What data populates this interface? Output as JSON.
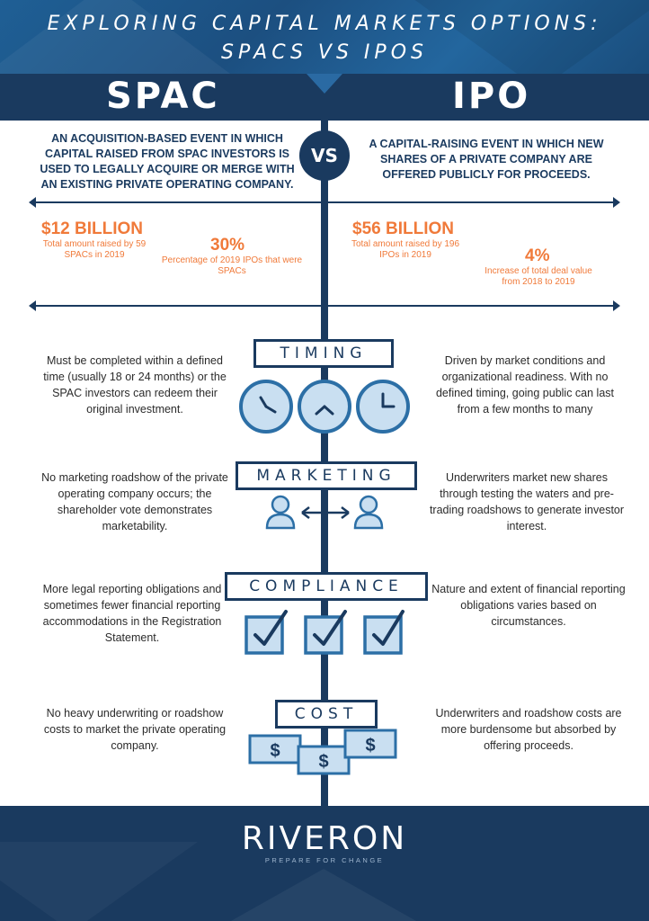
{
  "header": {
    "title_line1": "EXPLORING CAPITAL MARKETS OPTIONS:",
    "title_line2": "SPACS VS IPOS"
  },
  "columns": {
    "left_label": "SPAC",
    "right_label": "IPO",
    "vs_label": "VS"
  },
  "definitions": {
    "spac": "AN ACQUISITION-BASED EVENT IN WHICH CAPITAL RAISED FROM SPAC INVESTORS IS USED TO LEGALLY ACQUIRE OR MERGE WITH AN EXISTING PRIVATE OPERATING COMPANY.",
    "ipo": "A CAPITAL-RAISING EVENT IN WHICH NEW SHARES OF A PRIVATE COMPANY ARE OFFERED PUBLICLY FOR PROCEEDS."
  },
  "stats": {
    "spac_amount": {
      "value": "$12 BILLION",
      "desc": "Total amount raised by 59 SPACs in 2019"
    },
    "spac_percent": {
      "value": "30%",
      "desc": "Percentage of 2019 IPOs that were SPACs"
    },
    "ipo_amount": {
      "value": "$56 BILLION",
      "desc": "Total amount raised by 196 IPOs in 2019"
    },
    "ipo_increase": {
      "value": "4%",
      "desc": "Increase of total deal value from 2018 to 2019"
    }
  },
  "sections": {
    "timing": {
      "label": "TIMING",
      "spac": "Must be completed within a defined time (usually 18 or 24 months) or the SPAC investors can redeem their original investment.",
      "ipo": "Driven by market conditions and organizational readiness. With no defined timing, going public can last from a few months to many"
    },
    "marketing": {
      "label": "MARKETING",
      "spac": "No marketing roadshow of the private operating company occurs; the shareholder vote demonstrates marketability.",
      "ipo": "Underwriters market new shares through testing the waters and pre-trading roadshows to generate investor interest."
    },
    "compliance": {
      "label": "COMPLIANCE",
      "spac": "More legal reporting obligations and sometimes fewer financial reporting accommodations in the Registration Statement.",
      "ipo": "Nature and extent of financial reporting obligations varies based on circumstances."
    },
    "cost": {
      "label": "COST",
      "spac": "No heavy underwriting or roadshow costs to market the private operating company.",
      "ipo": "Underwriters and roadshow costs are more burdensome but absorbed by offering proceeds.",
      "dollar_symbol": "$"
    }
  },
  "footer": {
    "logo": "RIVERON",
    "tagline": "PREPARE FOR CHANGE"
  },
  "colors": {
    "navy": "#1a3a5f",
    "header_blue": "#1f5f95",
    "accent_orange": "#f07a3a",
    "icon_blue": "#2c6fa6",
    "icon_light": "#c9dff1"
  },
  "icons": [
    "clock-icon",
    "person-icon",
    "double-arrow-icon",
    "checkbox-icon",
    "dollar-bill-icon"
  ]
}
